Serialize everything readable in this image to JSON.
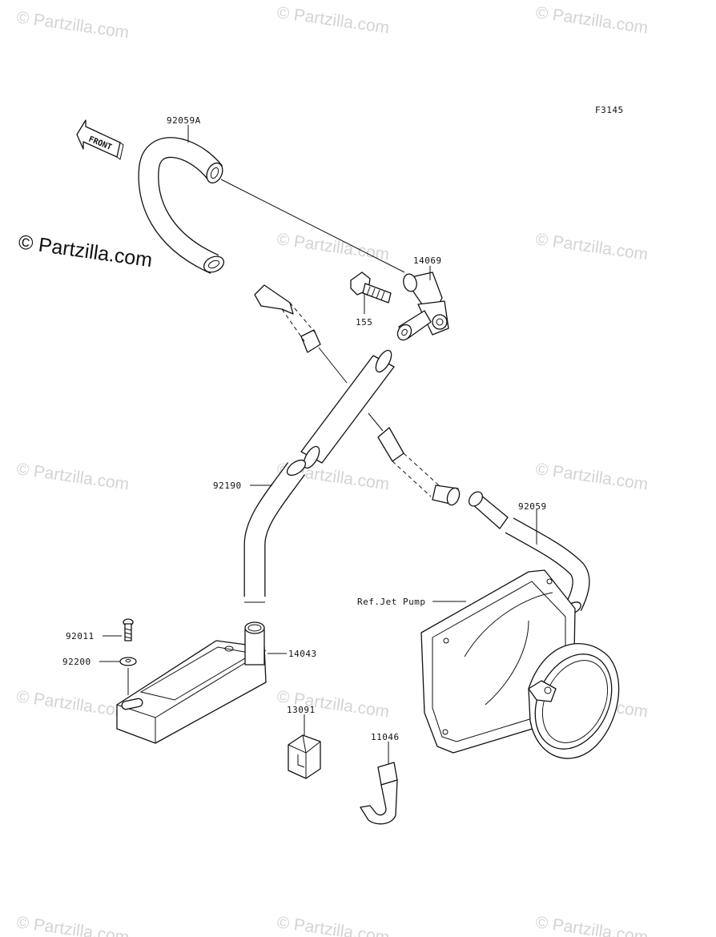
{
  "figure_code": "F3145",
  "brand_watermark": "© Partzilla.com",
  "repeated_watermark": "© Partzilla.com",
  "front_indicator": "FRONT",
  "callouts": {
    "hose_upper": "92059A",
    "joint": "14069",
    "bolt": "155",
    "hose_left": "92190",
    "hose_right": "92059",
    "ref_jet_pump": "Ref.Jet Pump",
    "screw": "92011",
    "washer": "92200",
    "strainer": "14043",
    "grommet": "13091",
    "clip": "11046"
  }
}
